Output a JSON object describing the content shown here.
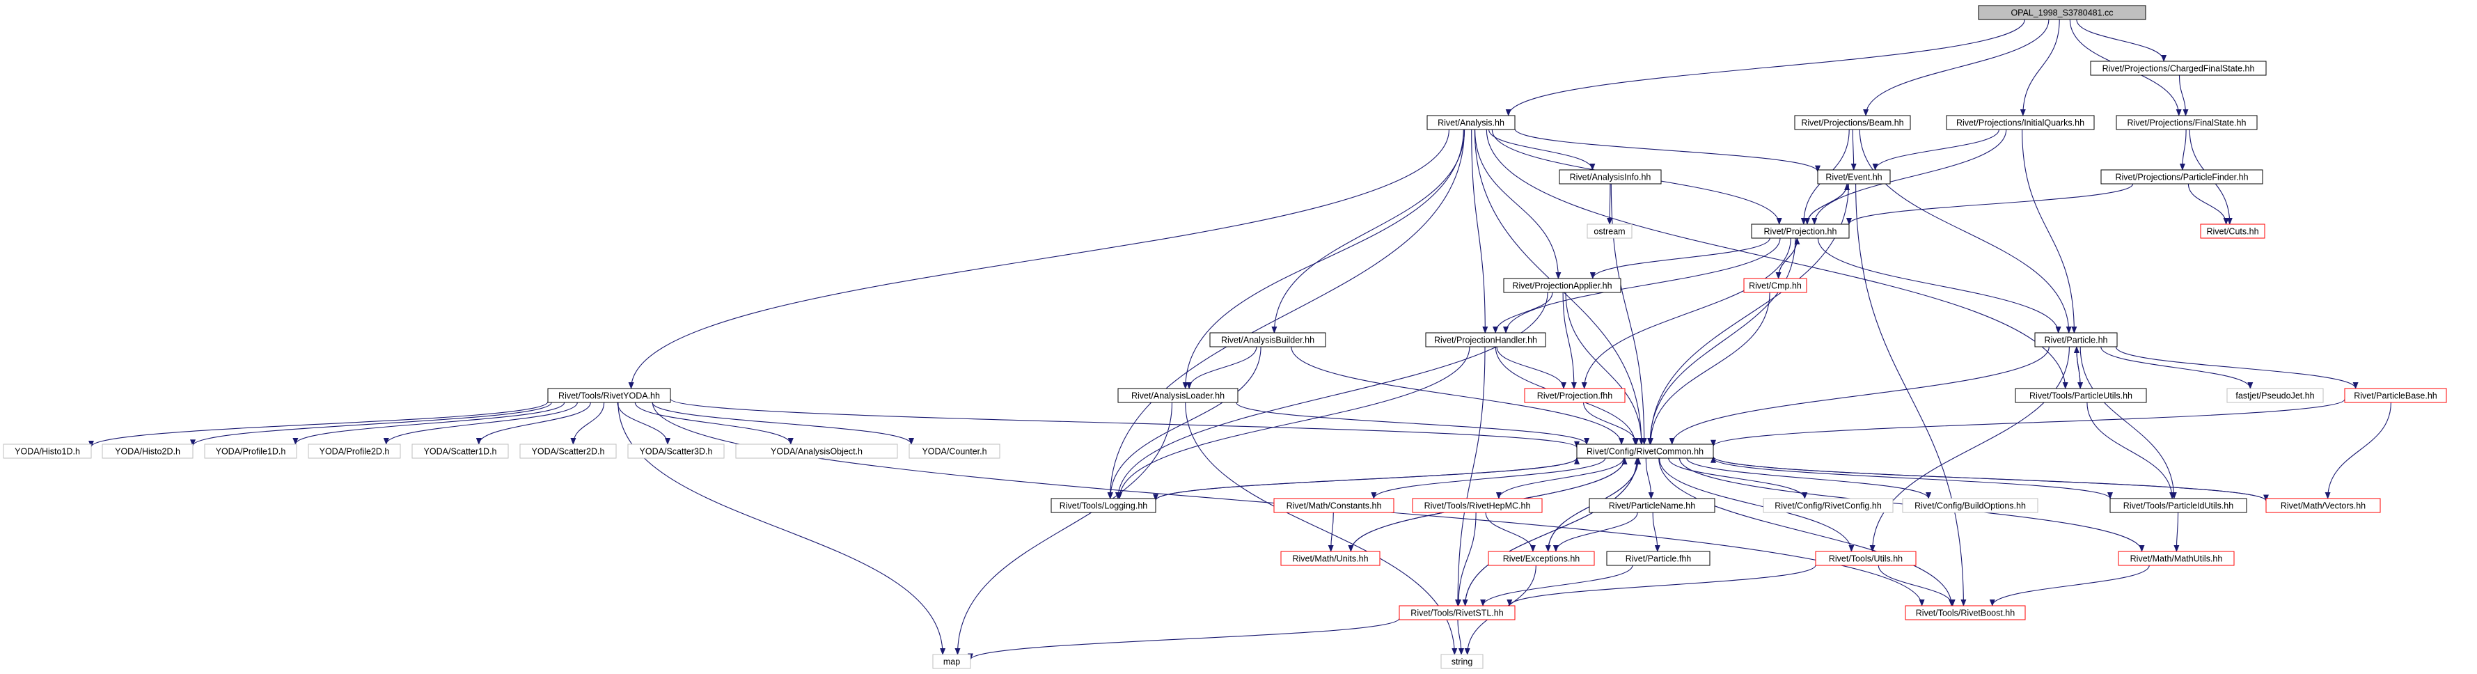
{
  "colors": {
    "root_fill": "#bfbfbf",
    "edge": "#191970",
    "normal_border": "#000000",
    "red_border": "#ff0000",
    "gray_border": "#bfbfbf",
    "background": "#ffffff"
  },
  "nodes": [
    {
      "id": "root",
      "label": "OPAL_1998_S3780481.cc",
      "style": "root"
    },
    {
      "id": "analysis",
      "label": "Rivet/Analysis.hh",
      "style": "normal"
    },
    {
      "id": "beam",
      "label": "Rivet/Projections/Beam.hh",
      "style": "normal"
    },
    {
      "id": "initq",
      "label": "Rivet/Projections/InitialQuarks.hh",
      "style": "normal"
    },
    {
      "id": "chfs",
      "label": "Rivet/Projections/ChargedFinalState.hh",
      "style": "normal"
    },
    {
      "id": "fs",
      "label": "Rivet/Projections/FinalState.hh",
      "style": "normal"
    },
    {
      "id": "ainfo",
      "label": "Rivet/AnalysisInfo.hh",
      "style": "normal"
    },
    {
      "id": "event",
      "label": "Rivet/Event.hh",
      "style": "normal"
    },
    {
      "id": "pfind",
      "label": "Rivet/Projections/ParticleFinder.hh",
      "style": "normal"
    },
    {
      "id": "ostream",
      "label": "ostream",
      "style": "gray"
    },
    {
      "id": "proj",
      "label": "Rivet/Projection.hh",
      "style": "normal"
    },
    {
      "id": "cuts",
      "label": "Rivet/Cuts.hh",
      "style": "red"
    },
    {
      "id": "cmp",
      "label": "Rivet/Cmp.hh",
      "style": "red"
    },
    {
      "id": "papp",
      "label": "Rivet/ProjectionApplier.hh",
      "style": "normal"
    },
    {
      "id": "abuild",
      "label": "Rivet/AnalysisBuilder.hh",
      "style": "normal"
    },
    {
      "id": "phand",
      "label": "Rivet/ProjectionHandler.hh",
      "style": "normal"
    },
    {
      "id": "particle",
      "label": "Rivet/Particle.hh",
      "style": "normal"
    },
    {
      "id": "ryoda",
      "label": "Rivet/Tools/RivetYODA.hh",
      "style": "normal"
    },
    {
      "id": "aload",
      "label": "Rivet/AnalysisLoader.hh",
      "style": "normal"
    },
    {
      "id": "projf",
      "label": "Rivet/Projection.fhh",
      "style": "red"
    },
    {
      "id": "putils",
      "label": "Rivet/Tools/ParticleUtils.hh",
      "style": "normal"
    },
    {
      "id": "fastjet",
      "label": "fastjet/PseudoJet.hh",
      "style": "gray"
    },
    {
      "id": "pbase",
      "label": "Rivet/ParticleBase.hh",
      "style": "red"
    },
    {
      "id": "h1d",
      "label": "YODA/Histo1D.h",
      "style": "gray"
    },
    {
      "id": "h2d",
      "label": "YODA/Histo2D.h",
      "style": "gray"
    },
    {
      "id": "p1d",
      "label": "YODA/Profile1D.h",
      "style": "gray"
    },
    {
      "id": "p2d",
      "label": "YODA/Profile2D.h",
      "style": "gray"
    },
    {
      "id": "s1d",
      "label": "YODA/Scatter1D.h",
      "style": "gray"
    },
    {
      "id": "s2d",
      "label": "YODA/Scatter2D.h",
      "style": "gray"
    },
    {
      "id": "s3d",
      "label": "YODA/Scatter3D.h",
      "style": "gray"
    },
    {
      "id": "aobj",
      "label": "YODA/AnalysisObject.h",
      "style": "gray"
    },
    {
      "id": "counter",
      "label": "YODA/Counter.h",
      "style": "gray"
    },
    {
      "id": "common",
      "label": "Rivet/Config/RivetCommon.hh",
      "style": "normal"
    },
    {
      "id": "logging",
      "label": "Rivet/Tools/Logging.hh",
      "style": "normal"
    },
    {
      "id": "mconst",
      "label": "Rivet/Math/Constants.hh",
      "style": "red"
    },
    {
      "id": "hepmc",
      "label": "Rivet/Tools/RivetHepMC.hh",
      "style": "red"
    },
    {
      "id": "pname",
      "label": "Rivet/ParticleName.hh",
      "style": "normal"
    },
    {
      "id": "rconf",
      "label": "Rivet/Config/RivetConfig.hh",
      "style": "gray"
    },
    {
      "id": "bopts",
      "label": "Rivet/Config/BuildOptions.hh",
      "style": "gray"
    },
    {
      "id": "pidu",
      "label": "Rivet/Tools/ParticleIdUtils.hh",
      "style": "normal"
    },
    {
      "id": "mvec",
      "label": "Rivet/Math/Vectors.hh",
      "style": "red"
    },
    {
      "id": "munits",
      "label": "Rivet/Math/Units.hh",
      "style": "red"
    },
    {
      "id": "exc",
      "label": "Rivet/Exceptions.hh",
      "style": "red"
    },
    {
      "id": "pfhh",
      "label": "Rivet/Particle.fhh",
      "style": "normal"
    },
    {
      "id": "tutils",
      "label": "Rivet/Tools/Utils.hh",
      "style": "red"
    },
    {
      "id": "mutils",
      "label": "Rivet/Math/MathUtils.hh",
      "style": "red"
    },
    {
      "id": "stl",
      "label": "Rivet/Tools/RivetSTL.hh",
      "style": "red"
    },
    {
      "id": "boost",
      "label": "Rivet/Tools/RivetBoost.hh",
      "style": "red"
    },
    {
      "id": "map",
      "label": "map",
      "style": "gray"
    },
    {
      "id": "string",
      "label": "string",
      "style": "gray"
    }
  ],
  "edges": [
    [
      "root",
      "analysis"
    ],
    [
      "root",
      "beam"
    ],
    [
      "root",
      "initq"
    ],
    [
      "root",
      "chfs"
    ],
    [
      "root",
      "fs"
    ],
    [
      "chfs",
      "fs"
    ],
    [
      "analysis",
      "ainfo"
    ],
    [
      "analysis",
      "event"
    ],
    [
      "analysis",
      "proj"
    ],
    [
      "analysis",
      "papp"
    ],
    [
      "analysis",
      "phand"
    ],
    [
      "analysis",
      "abuild"
    ],
    [
      "analysis",
      "aload"
    ],
    [
      "analysis",
      "ryoda"
    ],
    [
      "analysis",
      "logging"
    ],
    [
      "analysis",
      "common"
    ],
    [
      "analysis",
      "putils"
    ],
    [
      "beam",
      "event"
    ],
    [
      "beam",
      "proj"
    ],
    [
      "beam",
      "particle"
    ],
    [
      "initq",
      "event"
    ],
    [
      "initq",
      "proj"
    ],
    [
      "initq",
      "particle"
    ],
    [
      "fs",
      "pfind"
    ],
    [
      "fs",
      "cuts"
    ],
    [
      "pfind",
      "proj"
    ],
    [
      "pfind",
      "cuts"
    ],
    [
      "ainfo",
      "ostream"
    ],
    [
      "ainfo",
      "common"
    ],
    [
      "event",
      "proj"
    ],
    [
      "event",
      "common"
    ],
    [
      "event",
      "boost"
    ],
    [
      "proj",
      "event"
    ],
    [
      "proj",
      "cmp"
    ],
    [
      "proj",
      "papp"
    ],
    [
      "proj",
      "phand"
    ],
    [
      "proj",
      "projf"
    ],
    [
      "proj",
      "particle"
    ],
    [
      "proj",
      "common"
    ],
    [
      "cmp",
      "proj"
    ],
    [
      "cmp",
      "common"
    ],
    [
      "papp",
      "phand"
    ],
    [
      "papp",
      "projf"
    ],
    [
      "papp",
      "logging"
    ],
    [
      "papp",
      "common"
    ],
    [
      "abuild",
      "aload"
    ],
    [
      "abuild",
      "logging"
    ],
    [
      "abuild",
      "common"
    ],
    [
      "phand",
      "projf"
    ],
    [
      "phand",
      "logging"
    ],
    [
      "phand",
      "common"
    ],
    [
      "phand",
      "stl"
    ],
    [
      "particle",
      "putils"
    ],
    [
      "particle",
      "fastjet"
    ],
    [
      "particle",
      "pbase"
    ],
    [
      "particle",
      "common"
    ],
    [
      "particle",
      "pidu"
    ],
    [
      "particle",
      "tutils"
    ],
    [
      "putils",
      "particle"
    ],
    [
      "putils",
      "pidu"
    ],
    [
      "pbase",
      "common"
    ],
    [
      "pbase",
      "mvec"
    ],
    [
      "ryoda",
      "h1d"
    ],
    [
      "ryoda",
      "h2d"
    ],
    [
      "ryoda",
      "p1d"
    ],
    [
      "ryoda",
      "p2d"
    ],
    [
      "ryoda",
      "s1d"
    ],
    [
      "ryoda",
      "s2d"
    ],
    [
      "ryoda",
      "s3d"
    ],
    [
      "ryoda",
      "aobj"
    ],
    [
      "ryoda",
      "counter"
    ],
    [
      "ryoda",
      "common"
    ],
    [
      "ryoda",
      "map"
    ],
    [
      "ryoda",
      "boost"
    ],
    [
      "aload",
      "map"
    ],
    [
      "aload",
      "string"
    ],
    [
      "aload",
      "common"
    ],
    [
      "projf",
      "common"
    ],
    [
      "common",
      "logging"
    ],
    [
      "common",
      "mconst"
    ],
    [
      "common",
      "hepmc"
    ],
    [
      "common",
      "pname"
    ],
    [
      "common",
      "rconf"
    ],
    [
      "common",
      "bopts"
    ],
    [
      "common",
      "pidu"
    ],
    [
      "common",
      "mvec"
    ],
    [
      "common",
      "munits"
    ],
    [
      "common",
      "exc"
    ],
    [
      "common",
      "tutils"
    ],
    [
      "common",
      "mutils"
    ],
    [
      "common",
      "stl"
    ],
    [
      "common",
      "boost"
    ],
    [
      "logging",
      "common"
    ],
    [
      "mconst",
      "munits"
    ],
    [
      "hepmc",
      "exc"
    ],
    [
      "hepmc",
      "stl"
    ],
    [
      "pname",
      "exc"
    ],
    [
      "pname",
      "pfhh"
    ],
    [
      "pfhh",
      "stl"
    ],
    [
      "tutils",
      "stl"
    ],
    [
      "tutils",
      "boost"
    ],
    [
      "mutils",
      "boost"
    ],
    [
      "mvec",
      "common"
    ],
    [
      "munits",
      "common"
    ],
    [
      "exc",
      "common"
    ],
    [
      "stl",
      "common"
    ],
    [
      "pidu",
      "mutils"
    ],
    [
      "stl",
      "map"
    ],
    [
      "stl",
      "string"
    ],
    [
      "exc",
      "string"
    ]
  ]
}
